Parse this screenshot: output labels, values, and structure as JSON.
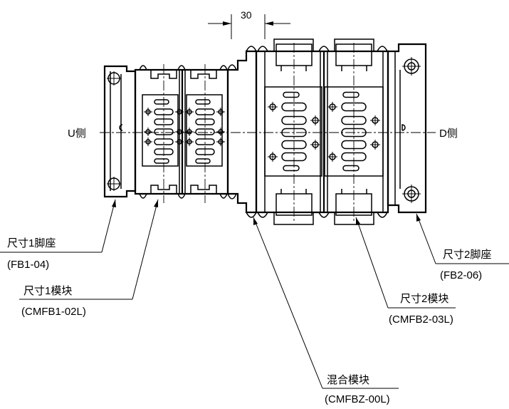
{
  "dimension": {
    "value": "30"
  },
  "sides": {
    "left": "U侧",
    "right": "D侧"
  },
  "callouts": [
    {
      "id": "foot1",
      "name": "尺寸1脚座",
      "code": "(FB1-04)"
    },
    {
      "id": "module1",
      "name": "尺寸1模块",
      "code": "(CMFB1-02L)"
    },
    {
      "id": "mix",
      "name": "混合模块",
      "code": "(CMFBZ-00L)"
    },
    {
      "id": "module2",
      "name": "尺寸2模块",
      "code": "(CMFB2-03L)"
    },
    {
      "id": "foot2",
      "name": "尺寸2脚座",
      "code": "(FB2-06)"
    }
  ]
}
